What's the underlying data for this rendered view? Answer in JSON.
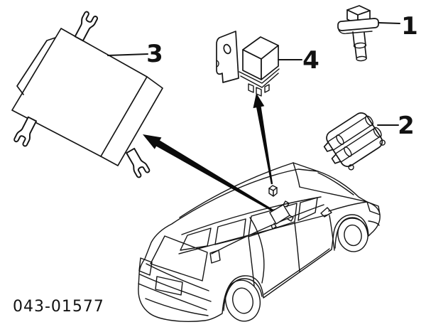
{
  "figure": {
    "code": "043-01577",
    "background": "#ffffff",
    "line_color": "#141414",
    "arrow_color": "#0b0b0b"
  },
  "callouts": [
    {
      "label": "1",
      "part": "ignition-coil"
    },
    {
      "label": "2",
      "part": "ignition-coil-pack"
    },
    {
      "label": "3",
      "part": "engine-control-module"
    },
    {
      "label": "4",
      "part": "relay-with-bracket"
    }
  ],
  "illustration": {
    "vehicle": "station-wagon-rear-three-quarter-view",
    "arrows": [
      {
        "from": "module-location-on-cowl",
        "to": "engine-control-module"
      },
      {
        "from": "relay-location-on-cowl",
        "to": "relay-with-bracket"
      }
    ]
  }
}
